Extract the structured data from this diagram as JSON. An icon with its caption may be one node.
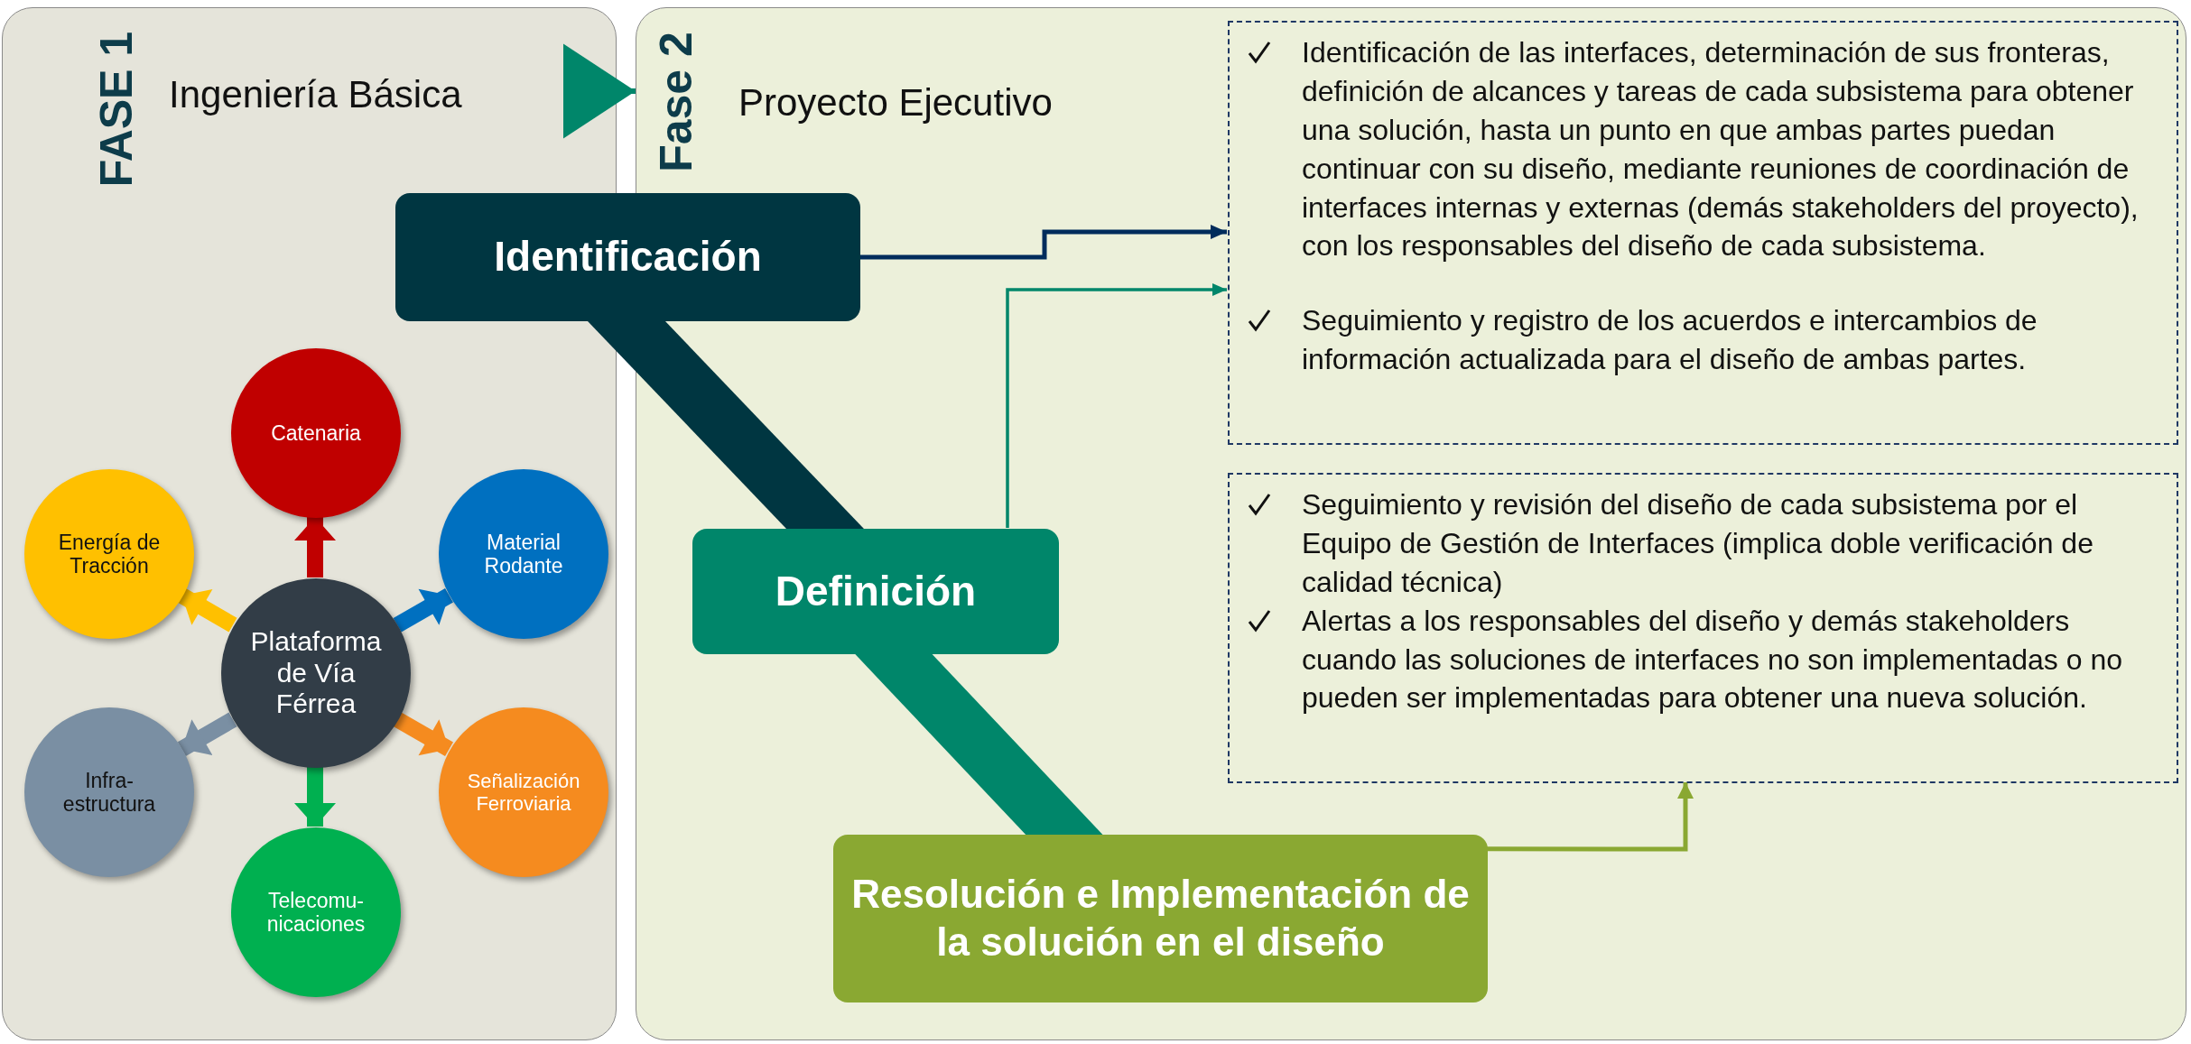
{
  "diagram": {
    "nodes": [
      {
        "text": [
          "FASE 1",
          "Ingeniería Básica"
        ]
      },
      {
        "text": [
          "Plataforma de Vía Férrea"
        ],
        "in": 0
      },
      {
        "text": [
          "Catenaria"
        ],
        "in": 0
      },
      {
        "text": [
          "Material Rodante"
        ],
        "in": 0
      },
      {
        "text": [
          "Señalización Ferroviaria"
        ],
        "in": 0
      },
      {
        "text": [
          "Telecomu- nicaciones"
        ],
        "in": 0
      },
      {
        "text": [
          "Infra- estructura"
        ],
        "in": 0
      },
      {
        "text": [
          "Energía de Tracción"
        ],
        "in": 0
      },
      {
        "text": [
          "Fase 2",
          "Proyecto Ejecutivo"
        ]
      },
      {
        "text": [
          "Identificación"
        ]
      },
      {
        "text": [
          "Definición"
        ],
        "in": 8
      },
      {
        "text": [
          "Resolución e Implementación de la solución en el diseño"
        ],
        "in": 8
      },
      {
        "text": [
          "Identificación de las interfaces, determinación de sus fronteras, definición de alcances y tareas de cada subsistema para obtener una solución, hasta un punto en que ambas partes puedan continuar con su diseño, mediante reuniones de coordinación de interfaces internas y externas (demás stakeholders del proyecto), con los responsables del diseño de cada subsistema.",
          "Seguimiento y registro de los acuerdos e intercambios de información actualizada para el diseño de ambas partes."
        ],
        "in": 8
      },
      {
        "text": [
          "Seguimiento y revisión del diseño de cada subsistema por el Equipo de Gestión de Interfaces (implica doble verificación de calidad técnica)",
          "Alertas a los responsables del diseño y demás stakeholders cuando las soluciones de interfaces no son implementadas o no pueden ser implementadas para obtener una nueva solución."
        ],
        "in": 8
      }
    ],
    "edges": [
      {
        "from": 1,
        "to": 2,
        "arrow": "to",
        "color": "#c00000"
      },
      {
        "from": 1,
        "to": 3,
        "arrow": "to",
        "color": "#0070c0"
      },
      {
        "from": 1,
        "to": 4,
        "arrow": "to",
        "color": "#f58b1f"
      },
      {
        "from": 1,
        "to": 5,
        "arrow": "to",
        "color": "#00b050"
      },
      {
        "from": 1,
        "to": 6,
        "arrow": "to",
        "color": "#7a8fa3"
      },
      {
        "from": 1,
        "to": 7,
        "arrow": "to",
        "color": "#ffc000"
      },
      {
        "from": 0,
        "to": 8,
        "arrow": "to",
        "color": "#00866a"
      },
      {
        "from": 9,
        "to": 10,
        "arrow": "none",
        "style": "thick",
        "color": "#003641"
      },
      {
        "from": 10,
        "to": 11,
        "arrow": "none",
        "style": "thick",
        "color": "#00866a"
      },
      {
        "from": 9,
        "to": 12,
        "arrow": "to",
        "color": "#002c5c"
      },
      {
        "from": 10,
        "to": 12,
        "arrow": "to",
        "color": "#00866a"
      },
      {
        "from": 11,
        "to": 13,
        "arrow": "to",
        "color": "#8aa832"
      }
    ]
  }
}
